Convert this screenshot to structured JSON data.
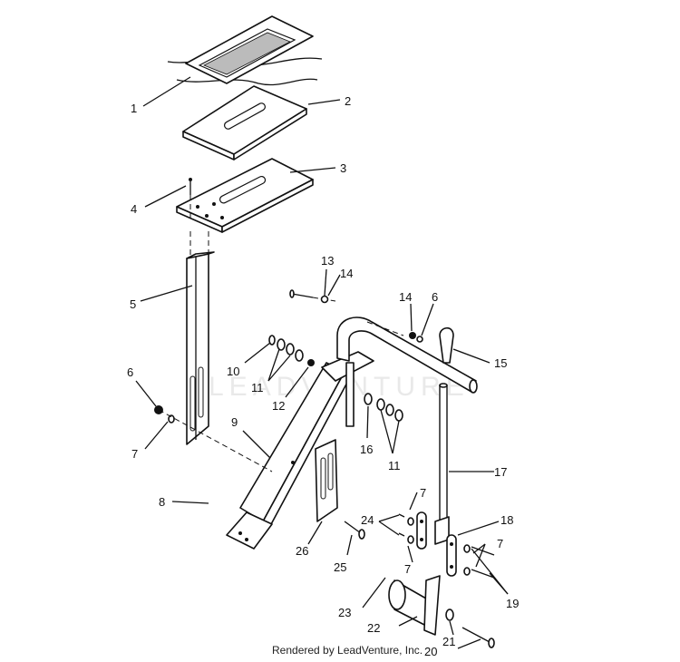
{
  "watermark": "LEADVENTURE",
  "footer": "Rendered by LeadVenture, Inc.",
  "callouts": {
    "c1": "1",
    "c2": "2",
    "c3": "3",
    "c4": "4",
    "c5": "5",
    "c6a": "6",
    "c6b": "6",
    "c7a": "7",
    "c7b": "7",
    "c7c": "7",
    "c7d": "7",
    "c8": "8",
    "c9": "9",
    "c10": "10",
    "c11a": "11",
    "c11b": "11",
    "c12": "12",
    "c13": "13",
    "c14a": "14",
    "c14b": "14",
    "c15": "15",
    "c16": "16",
    "c17": "17",
    "c18": "18",
    "c19": "19",
    "c20": "20",
    "c21": "21",
    "c22": "22",
    "c23": "23",
    "c24": "24",
    "c25": "25",
    "c26": "26"
  }
}
